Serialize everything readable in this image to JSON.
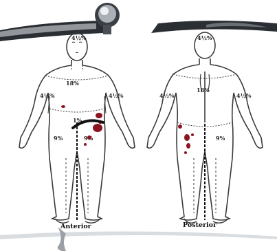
{
  "labels": {
    "anterior": "Anterior",
    "posterior": "Posterior"
  },
  "anterior_percentages": {
    "head": "4½%",
    "trunk": "18%",
    "left_arm": "4½%",
    "right_arm": "4½%",
    "groin": "1%",
    "left_leg": "9%",
    "right_leg": "9%"
  },
  "posterior_percentages": {
    "head": "4½%",
    "trunk": "18%",
    "left_arm": "4½%",
    "right_arm": "4½%",
    "right_leg": "9%"
  },
  "colors": {
    "line": "#3a3a3a",
    "wound": "#8b1420",
    "marker": "#111111",
    "decor_dark": "#2b2f34",
    "decor_light": "#d9dde2"
  }
}
